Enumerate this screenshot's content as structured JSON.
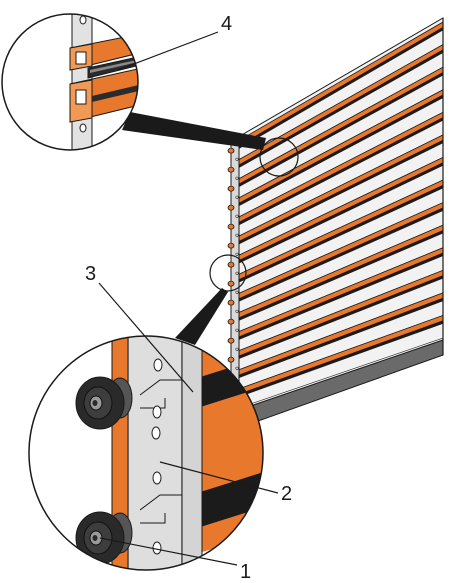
{
  "figure": {
    "callouts": [
      {
        "id": "1",
        "text": "1"
      },
      {
        "id": "2",
        "text": "2"
      },
      {
        "id": "3",
        "text": "3"
      },
      {
        "id": "4",
        "text": "4"
      }
    ],
    "colors": {
      "slat_orange": "#e8782c",
      "slat_dark": "#1b1b1b",
      "slat_light": "#f2f2f2",
      "rail_gray": "#d9d9d9",
      "bottom_bar": "#6a6a6a",
      "outline": "#1a1a1a",
      "roller_dark": "#2a2a2a"
    },
    "slat_count": 14
  }
}
